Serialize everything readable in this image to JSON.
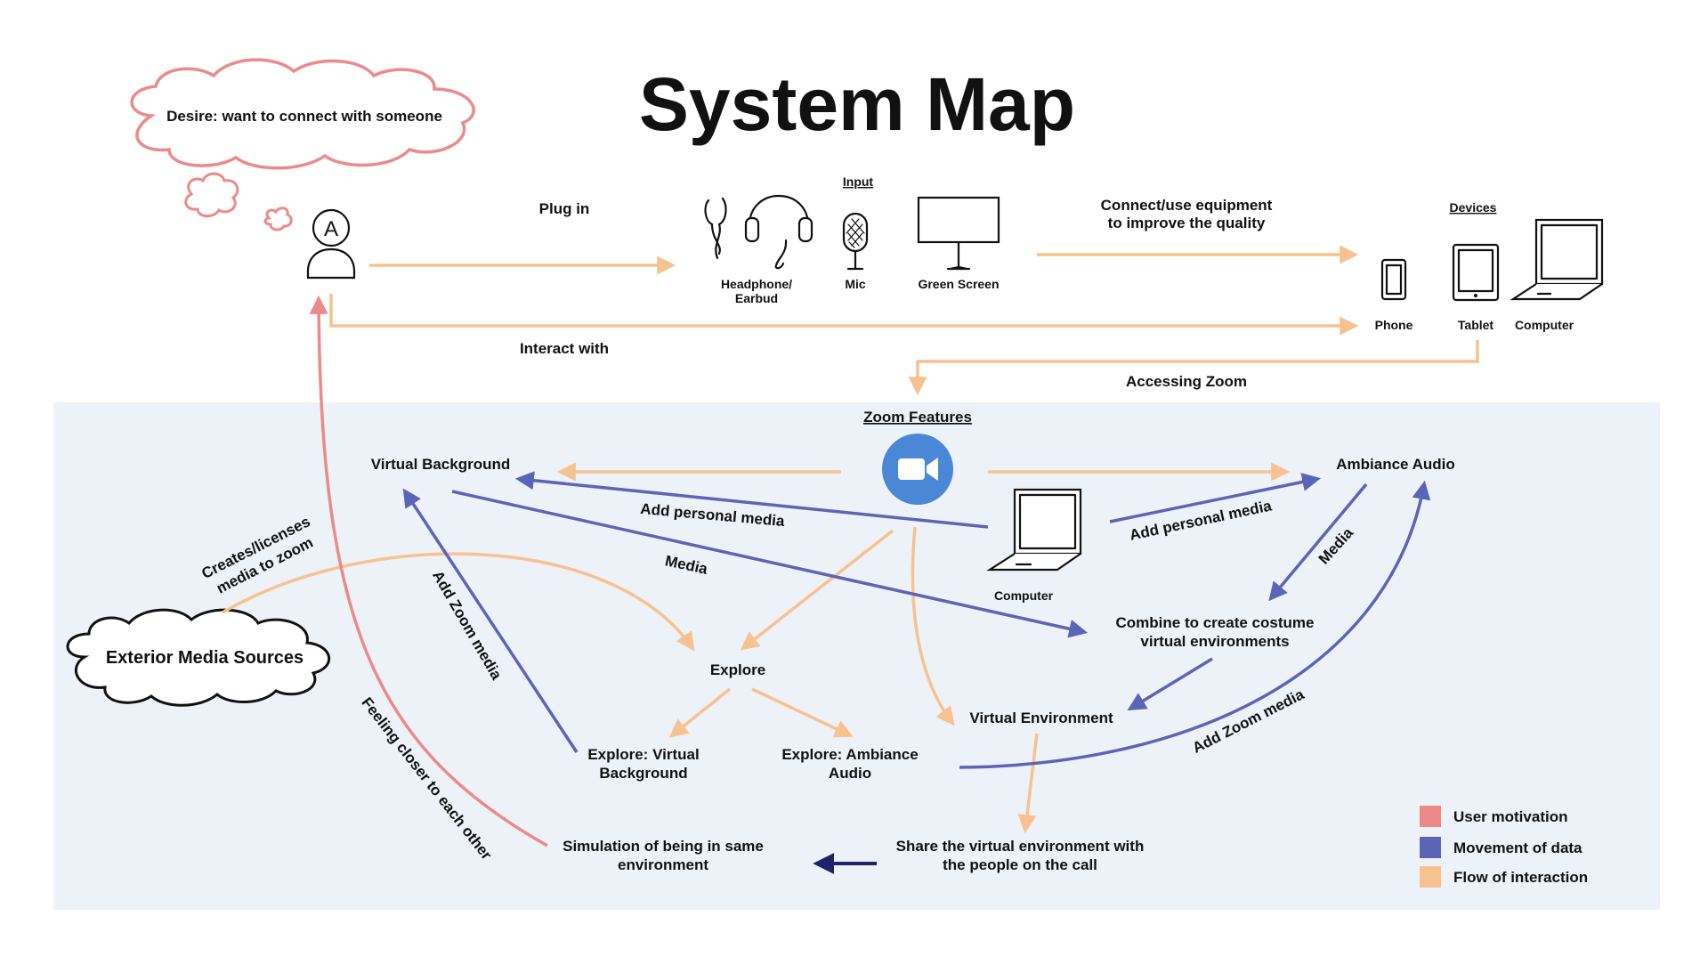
{
  "title": "System Map",
  "colors": {
    "motivation": "#ec8a8a",
    "data": "#5d64b6",
    "interaction": "#f7c190",
    "panel": "#edf2f9",
    "zoom_blue": "#4a87d6",
    "dark_arrow": "#1f2266"
  },
  "nodes": {
    "desire": "Desire: want to connect with someone",
    "person_initial": "A",
    "input_heading": "Input",
    "headphone": "Headphone/",
    "earbud": "Earbud",
    "mic": "Mic",
    "green_screen": "Green Screen",
    "devices_heading": "Devices",
    "phone": "Phone",
    "tablet": "Tablet",
    "computer": "Computer",
    "zoom_features": "Zoom Features",
    "virtual_background": "Virtual Background",
    "ambiance_audio": "Ambiance Audio",
    "laptop_computer": "Computer",
    "exterior_media": "Exterior Media Sources",
    "explore": "Explore",
    "explore_vb_1": "Explore: Virtual",
    "explore_vb_2": "Background",
    "explore_aa_1": "Explore: Ambiance",
    "explore_aa_2": "Audio",
    "combine_1": "Combine to create costume",
    "combine_2": "virtual environments",
    "virtual_environment": "Virtual Environment",
    "share_1": "Share the virtual environment with",
    "share_2": "the people on the call",
    "simulation_1": "Simulation of being in same",
    "simulation_2": "environment"
  },
  "edges": {
    "plug_in": "Plug in",
    "connect_1": "Connect/use equipment",
    "connect_2": "to improve the quality",
    "interact_with": "Interact with",
    "accessing_zoom": "Accessing Zoom",
    "add_personal_media_left": "Add personal media",
    "add_personal_media_right": "Add personal media",
    "media_left": "Media",
    "media_right": "Media",
    "creates_1": "Creates/licenses",
    "creates_2": "media to zoom",
    "add_zoom_media_left": "Add Zoom media",
    "add_zoom_media_right": "Add Zoom media",
    "feeling_closer": "Feeling closer to each other"
  },
  "legend": [
    {
      "label": "User motivation",
      "color": "#ec8a8a"
    },
    {
      "label": "Movement of data",
      "color": "#5d64b6"
    },
    {
      "label": "Flow of interaction",
      "color": "#f7c190"
    }
  ]
}
